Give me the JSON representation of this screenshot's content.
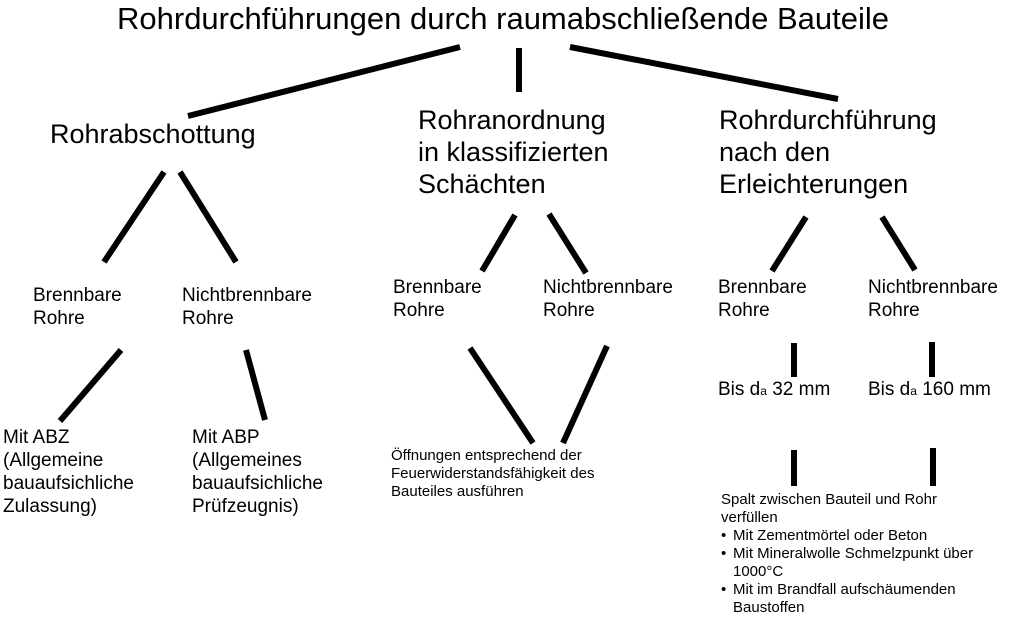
{
  "title": "Rohrdurchführungen durch raumabschließende Bauteile",
  "branches": {
    "abschottung": {
      "heading": "Rohrabschottung",
      "brennbar": [
        "Brennbare",
        "Rohre"
      ],
      "nichtbrennbar": [
        "Nichtbrennbare",
        "Rohre"
      ],
      "abz": [
        "Mit ABZ",
        "(Allgemeine",
        "bauaufsichliche",
        "Zulassung)"
      ],
      "abp": [
        "Mit ABP",
        "(Allgemeines",
        "bauaufsichliche",
        "Prüfzeugnis)"
      ]
    },
    "schaechte": {
      "heading": [
        "Rohranordnung",
        "in klassifizierten",
        "Schächten"
      ],
      "brennbar": [
        "Brennbare",
        "Rohre"
      ],
      "nichtbrennbar": [
        "Nichtbrennbare",
        "Rohre"
      ],
      "oeffnungen": [
        "Öffnungen entsprechend der",
        "Feuerwiderstandsfähigkeit des",
        "Bauteiles ausführen"
      ]
    },
    "erleichterungen": {
      "heading": [
        "Rohrdurchführung",
        "nach den",
        "Erleichterungen"
      ],
      "brennbar": [
        "Brennbare",
        "Rohre"
      ],
      "nichtbrennbar": [
        "Nichtbrennbare",
        "Rohre"
      ],
      "limit_brennbar": {
        "prefix": "Bis d",
        "sub": "a",
        "suffix": " 32 mm"
      },
      "limit_nichtbrennbar": {
        "prefix": "Bis d",
        "sub": "a",
        "suffix": " 160 mm"
      },
      "spalt": [
        "Spalt zwischen Bauteil und Rohr",
        "verfüllen"
      ],
      "bullets": [
        [
          "Mit Zementmörtel oder Beton"
        ],
        [
          "Mit Mineralwolle Schmelzpunkt über",
          "1000°C"
        ],
        [
          "Mit im Brandfall aufschäumenden",
          "Baustoffen"
        ]
      ]
    }
  }
}
